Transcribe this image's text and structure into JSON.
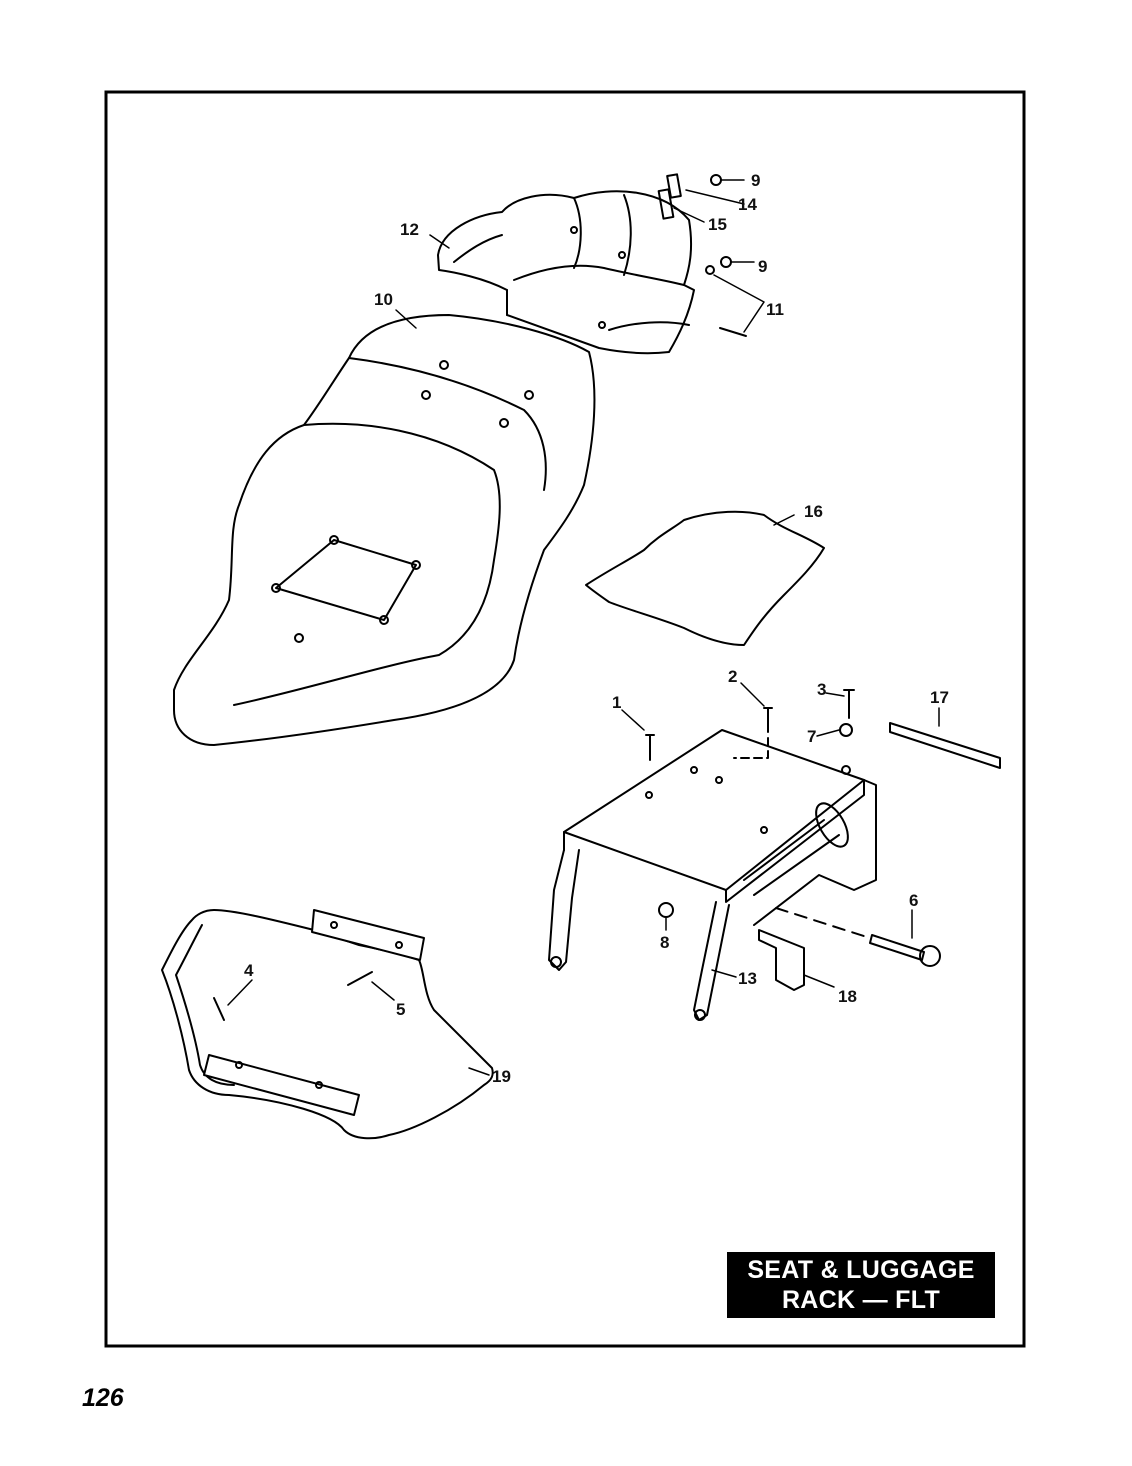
{
  "title": {
    "line1": "SEAT & LUGGAGE",
    "line2": "RACK — FLT"
  },
  "page_number": "126",
  "callouts": [
    {
      "id": "c1",
      "label": "1"
    },
    {
      "id": "c2",
      "label": "2"
    },
    {
      "id": "c3",
      "label": "3"
    },
    {
      "id": "c4",
      "label": "4"
    },
    {
      "id": "c5",
      "label": "5"
    },
    {
      "id": "c6",
      "label": "6"
    },
    {
      "id": "c7",
      "label": "7"
    },
    {
      "id": "c8",
      "label": "8"
    },
    {
      "id": "c9a",
      "label": "9"
    },
    {
      "id": "c9b",
      "label": "9"
    },
    {
      "id": "c10",
      "label": "10"
    },
    {
      "id": "c11",
      "label": "11"
    },
    {
      "id": "c12",
      "label": "12"
    },
    {
      "id": "c13",
      "label": "13"
    },
    {
      "id": "c14",
      "label": "14"
    },
    {
      "id": "c15",
      "label": "15"
    },
    {
      "id": "c16",
      "label": "16"
    },
    {
      "id": "c17",
      "label": "17"
    },
    {
      "id": "c18",
      "label": "18"
    },
    {
      "id": "c19",
      "label": "19"
    }
  ]
}
